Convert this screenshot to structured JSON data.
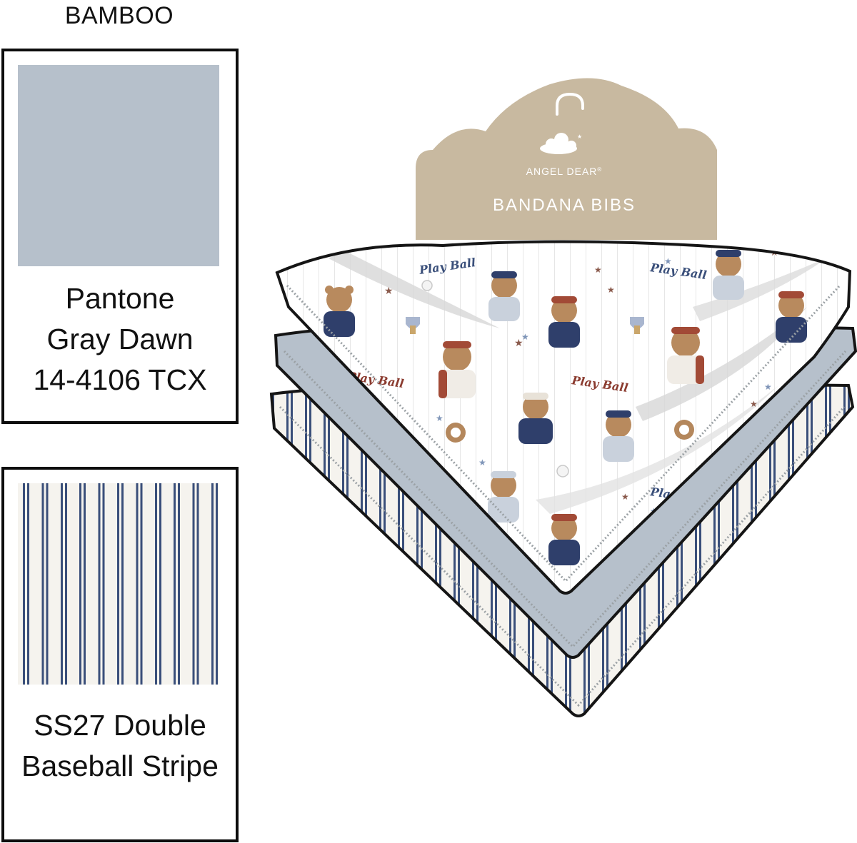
{
  "heading": "BAMBOO",
  "swatches": [
    {
      "kind": "solid",
      "color": "#b6c0cb",
      "lines": [
        "Pantone",
        "Gray Dawn",
        "14-4106 TCX"
      ]
    },
    {
      "kind": "stripe",
      "background_color": "#f5f3ee",
      "stripe_color": "#3a4f7a",
      "lines": [
        "SS27 Double",
        "Baseball Stripe"
      ]
    }
  ],
  "product": {
    "brand": "ANGEL DEAR",
    "brand_mark": "®",
    "name": "BANDANA BIBS",
    "hangtag_color": "#c8b9a0",
    "print_texts": [
      "Play Ball",
      "Play Ball",
      "Play Ball",
      "Play Ball",
      "Play Ball"
    ],
    "colors": {
      "print_bg": "#ffffff",
      "solid_bib": "#b6c0cb",
      "stripe_bg": "#f5f3ee",
      "stripe": "#3a4f7a",
      "outline": "#151515",
      "stitch": "#9aa0a4",
      "jersey_navy": "#2f3f6b",
      "jersey_red": "#a24a36",
      "bear": "#b88a5e",
      "star": "#8a5a4c"
    }
  }
}
